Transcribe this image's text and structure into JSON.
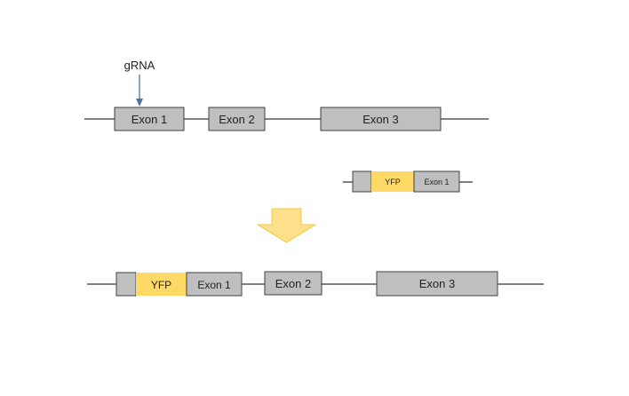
{
  "colors": {
    "background": "#ffffff",
    "line": "#000000",
    "exon_fill": "#bfbfbf",
    "exon_stroke": "#404040",
    "yfp_fill": "#ffd966",
    "arrow_fill": "#ffe08a",
    "arrow_stroke": "#f5c842",
    "grna_arrow": "#4a74a8",
    "text": "#222222"
  },
  "grna": {
    "label": "gRNA",
    "icon": "down-arrow-icon"
  },
  "genomic_locus": {
    "exons": [
      "Exon 1",
      "Exon 2",
      "Exon 3"
    ]
  },
  "donor_template": {
    "segments": [
      "",
      "YFP",
      "Exon 1"
    ]
  },
  "transition_arrow": {
    "icon": "yellow-down-arrow-icon"
  },
  "edited_locus": {
    "segments": [
      "",
      "YFP",
      "Exon 1"
    ],
    "exons": [
      "Exon 2",
      "Exon 3"
    ]
  }
}
